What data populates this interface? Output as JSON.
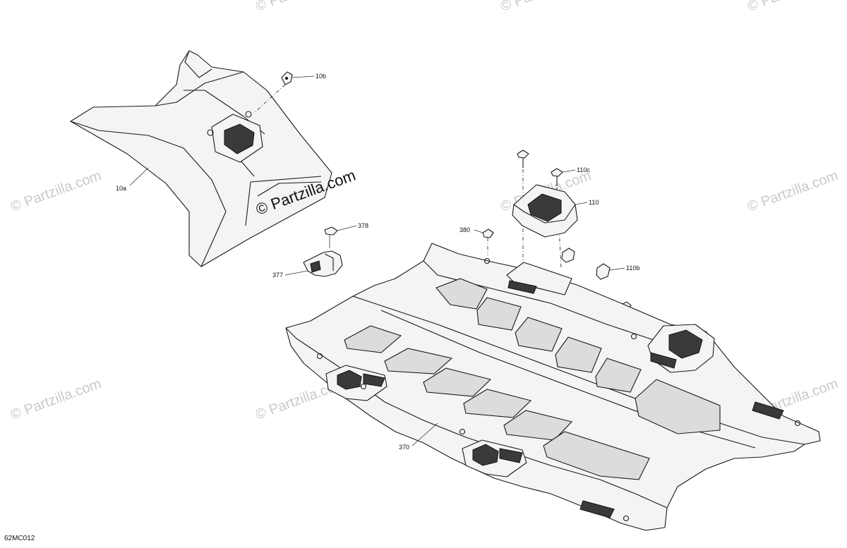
{
  "watermark": {
    "text": "© Partzilla.com",
    "main_text": "© Partzilla.com"
  },
  "diagram_code": "62MC012",
  "callouts": {
    "c10a": "10a",
    "c10b": "10b",
    "c378": "378",
    "c377": "377",
    "c380": "380",
    "c110c": "110c",
    "c110": "110",
    "c110b": "110b",
    "c370": "370"
  }
}
